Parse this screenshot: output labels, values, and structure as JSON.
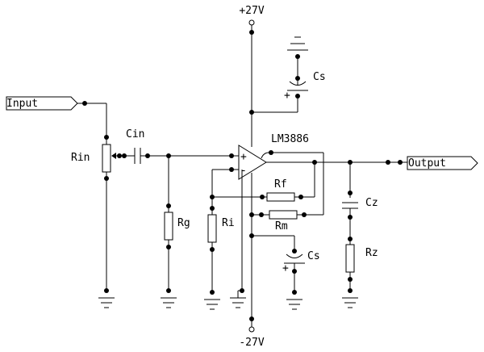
{
  "schematic": {
    "rails": {
      "positive": "+27V",
      "negative": "-27V"
    },
    "ports": {
      "input": "Input",
      "output": "Output"
    },
    "amplifier": "LM3886",
    "opamp_inputs": {
      "noninverting": "+",
      "inverting": "-"
    },
    "capacitor_polarity_mark": "+",
    "components": {
      "cin": "Cin",
      "rin": "Rin",
      "rg": "Rg",
      "ri": "Ri",
      "rf": "Rf",
      "rm": "Rm",
      "cz": "Cz",
      "rz": "Rz",
      "cs_top": "Cs",
      "cs_bottom": "Cs"
    }
  }
}
